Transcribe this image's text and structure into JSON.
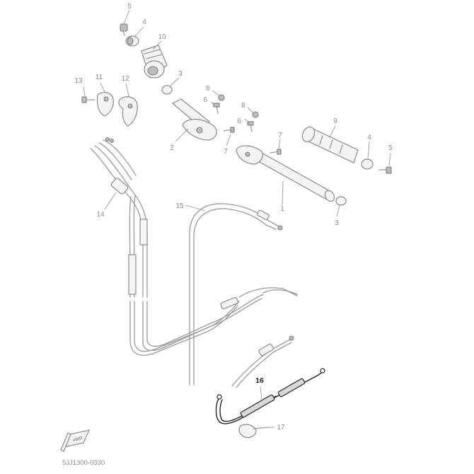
{
  "diagram": {
    "callouts": [
      "5",
      "4",
      "10",
      "3",
      "13",
      "11",
      "12",
      "8",
      "6",
      "8",
      "6",
      "2",
      "7",
      "7",
      "9",
      "4",
      "5",
      "1",
      "3",
      "15",
      "14",
      "16",
      "17"
    ],
    "highlighted_part": "16",
    "direction_badge": "FWD",
    "drawing_code": "5JJ1300-0330"
  }
}
